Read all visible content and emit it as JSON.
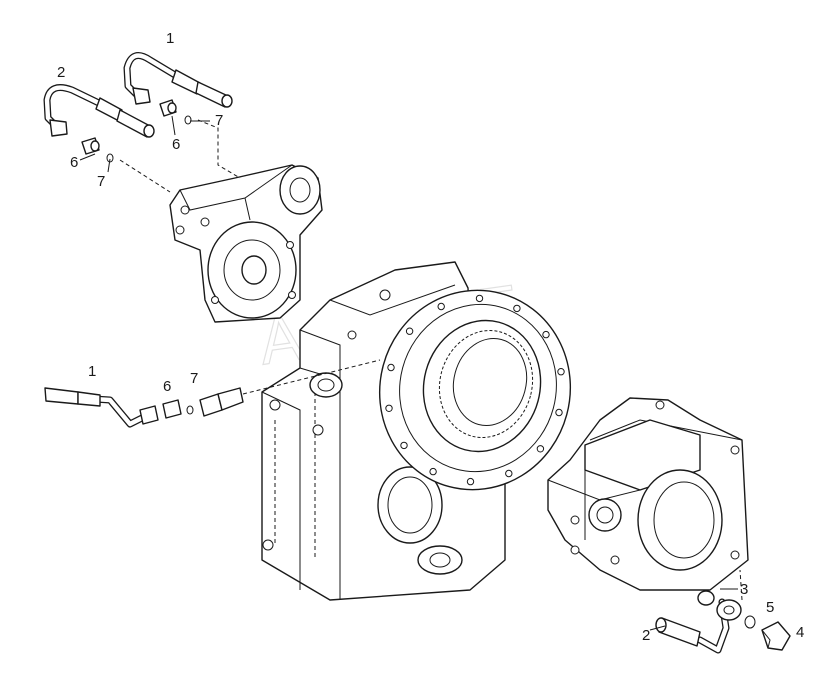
{
  "diagram": {
    "callouts": [
      {
        "id": "c1a",
        "label": "1"
      },
      {
        "id": "c2a",
        "label": "2"
      },
      {
        "id": "c6a",
        "label": "6"
      },
      {
        "id": "c7a",
        "label": "7"
      },
      {
        "id": "c6b",
        "label": "6"
      },
      {
        "id": "c7b",
        "label": "7"
      },
      {
        "id": "c1b",
        "label": "1"
      },
      {
        "id": "c6c",
        "label": "6"
      },
      {
        "id": "c7c",
        "label": "7"
      },
      {
        "id": "c3",
        "label": "3"
      },
      {
        "id": "c5",
        "label": "5"
      },
      {
        "id": "c4",
        "label": "4"
      },
      {
        "id": "c2b",
        "label": "2"
      }
    ],
    "watermark": "AutoPDF"
  }
}
